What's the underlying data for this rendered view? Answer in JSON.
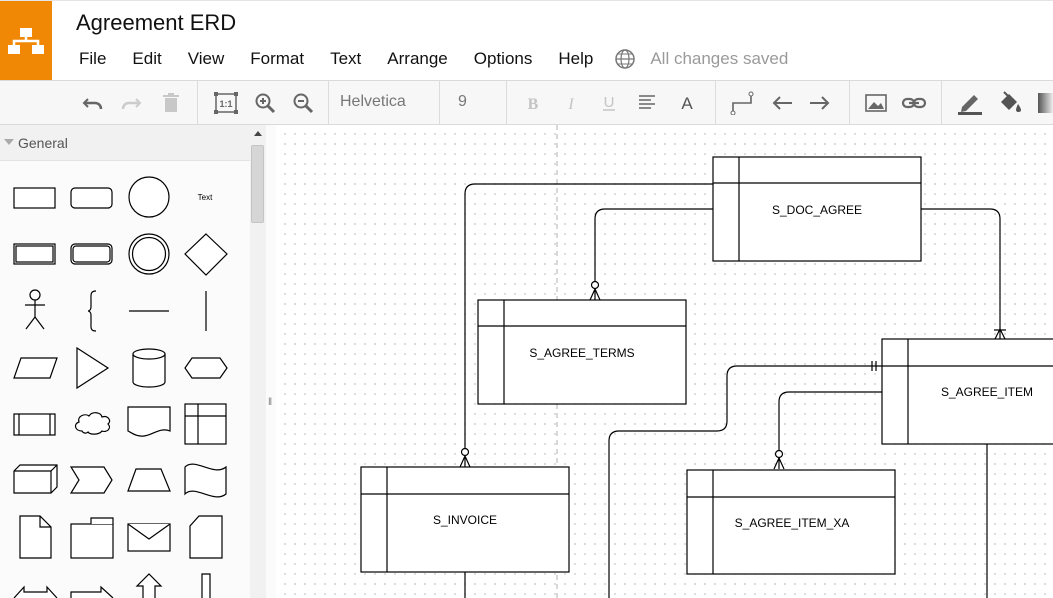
{
  "app": {
    "title": "Agreement ERD",
    "status": "All changes saved",
    "brand_color": "#f08705"
  },
  "menu": [
    "File",
    "Edit",
    "View",
    "Format",
    "Text",
    "Arrange",
    "Options",
    "Help"
  ],
  "toolbar": {
    "font_name": "Helvetica",
    "font_size": "9",
    "icons": [
      "undo-icon",
      "redo-icon",
      "delete-icon",
      "reset-view-icon",
      "zoom-in-icon",
      "zoom-out-icon",
      "bold-icon",
      "italic-icon",
      "underline-icon",
      "align-icon",
      "font-color-icon",
      "waypoints-icon",
      "arrow-left-icon",
      "arrow-right-icon",
      "image-icon",
      "link-icon",
      "line-color-icon",
      "fill-color-icon",
      "gradient-icon"
    ]
  },
  "sidebar": {
    "section": "General",
    "text_shape_label": "Text"
  },
  "diagram": {
    "entities": [
      "S_DOC_AGREE",
      "S_AGREE_TERMS",
      "S_AGREE_ITEM",
      "S_INVOICE",
      "S_AGREE_ITEM_XA"
    ]
  }
}
